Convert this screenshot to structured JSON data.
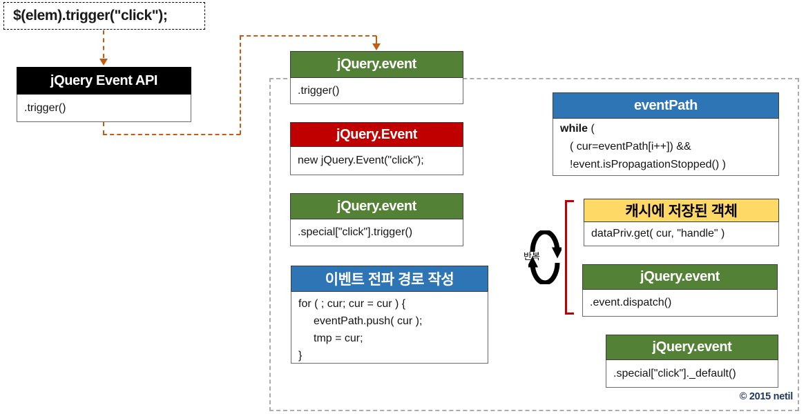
{
  "entry": {
    "code": "$(elem).trigger(\"click\");"
  },
  "boxes": {
    "event_api": {
      "title": "jQuery Event API",
      "line": ".trigger()"
    },
    "jq_event_trigger": {
      "title": "jQuery.event",
      "line": ".trigger()"
    },
    "jq_event_ctor": {
      "title": "jQuery.Event",
      "line": "new jQuery.Event(\"click\");"
    },
    "special_trigger": {
      "title": "jQuery.event",
      "line": ".special[\"click\"].trigger()"
    },
    "propagation_path": {
      "title": "이벤트 전파 경로 작성",
      "lines": [
        "for ( ; cur; cur = cur ) {",
        "eventPath.push( cur );",
        "tmp = cur;",
        "}"
      ]
    },
    "event_path": {
      "title": "eventPath",
      "keyword": "while",
      "keyword_rest": " (",
      "lines": [
        "( cur=eventPath[i++]) &&",
        "!event.isPropagationStopped() )"
      ]
    },
    "cached_object": {
      "title": "캐시에 저장된 객체",
      "line": "dataPriv.get( cur, \"handle\" )"
    },
    "dispatch": {
      "title": "jQuery.event",
      "line": ".event.dispatch()"
    },
    "special_default": {
      "title": "jQuery.event",
      "line": ".special[\"click\"]._default()"
    }
  },
  "labels": {
    "repeat": "반복",
    "copyright": "© 2015 netil"
  },
  "colors": {
    "green": "#538135",
    "red": "#C00000",
    "blue": "#2E75B6",
    "yellow": "#FFD966",
    "black": "#000000",
    "arrow_orange": "#C55A11",
    "container_gray": "#ACACAC",
    "bracket_red": "#C00000",
    "copyright_navy": "#1F3864"
  }
}
